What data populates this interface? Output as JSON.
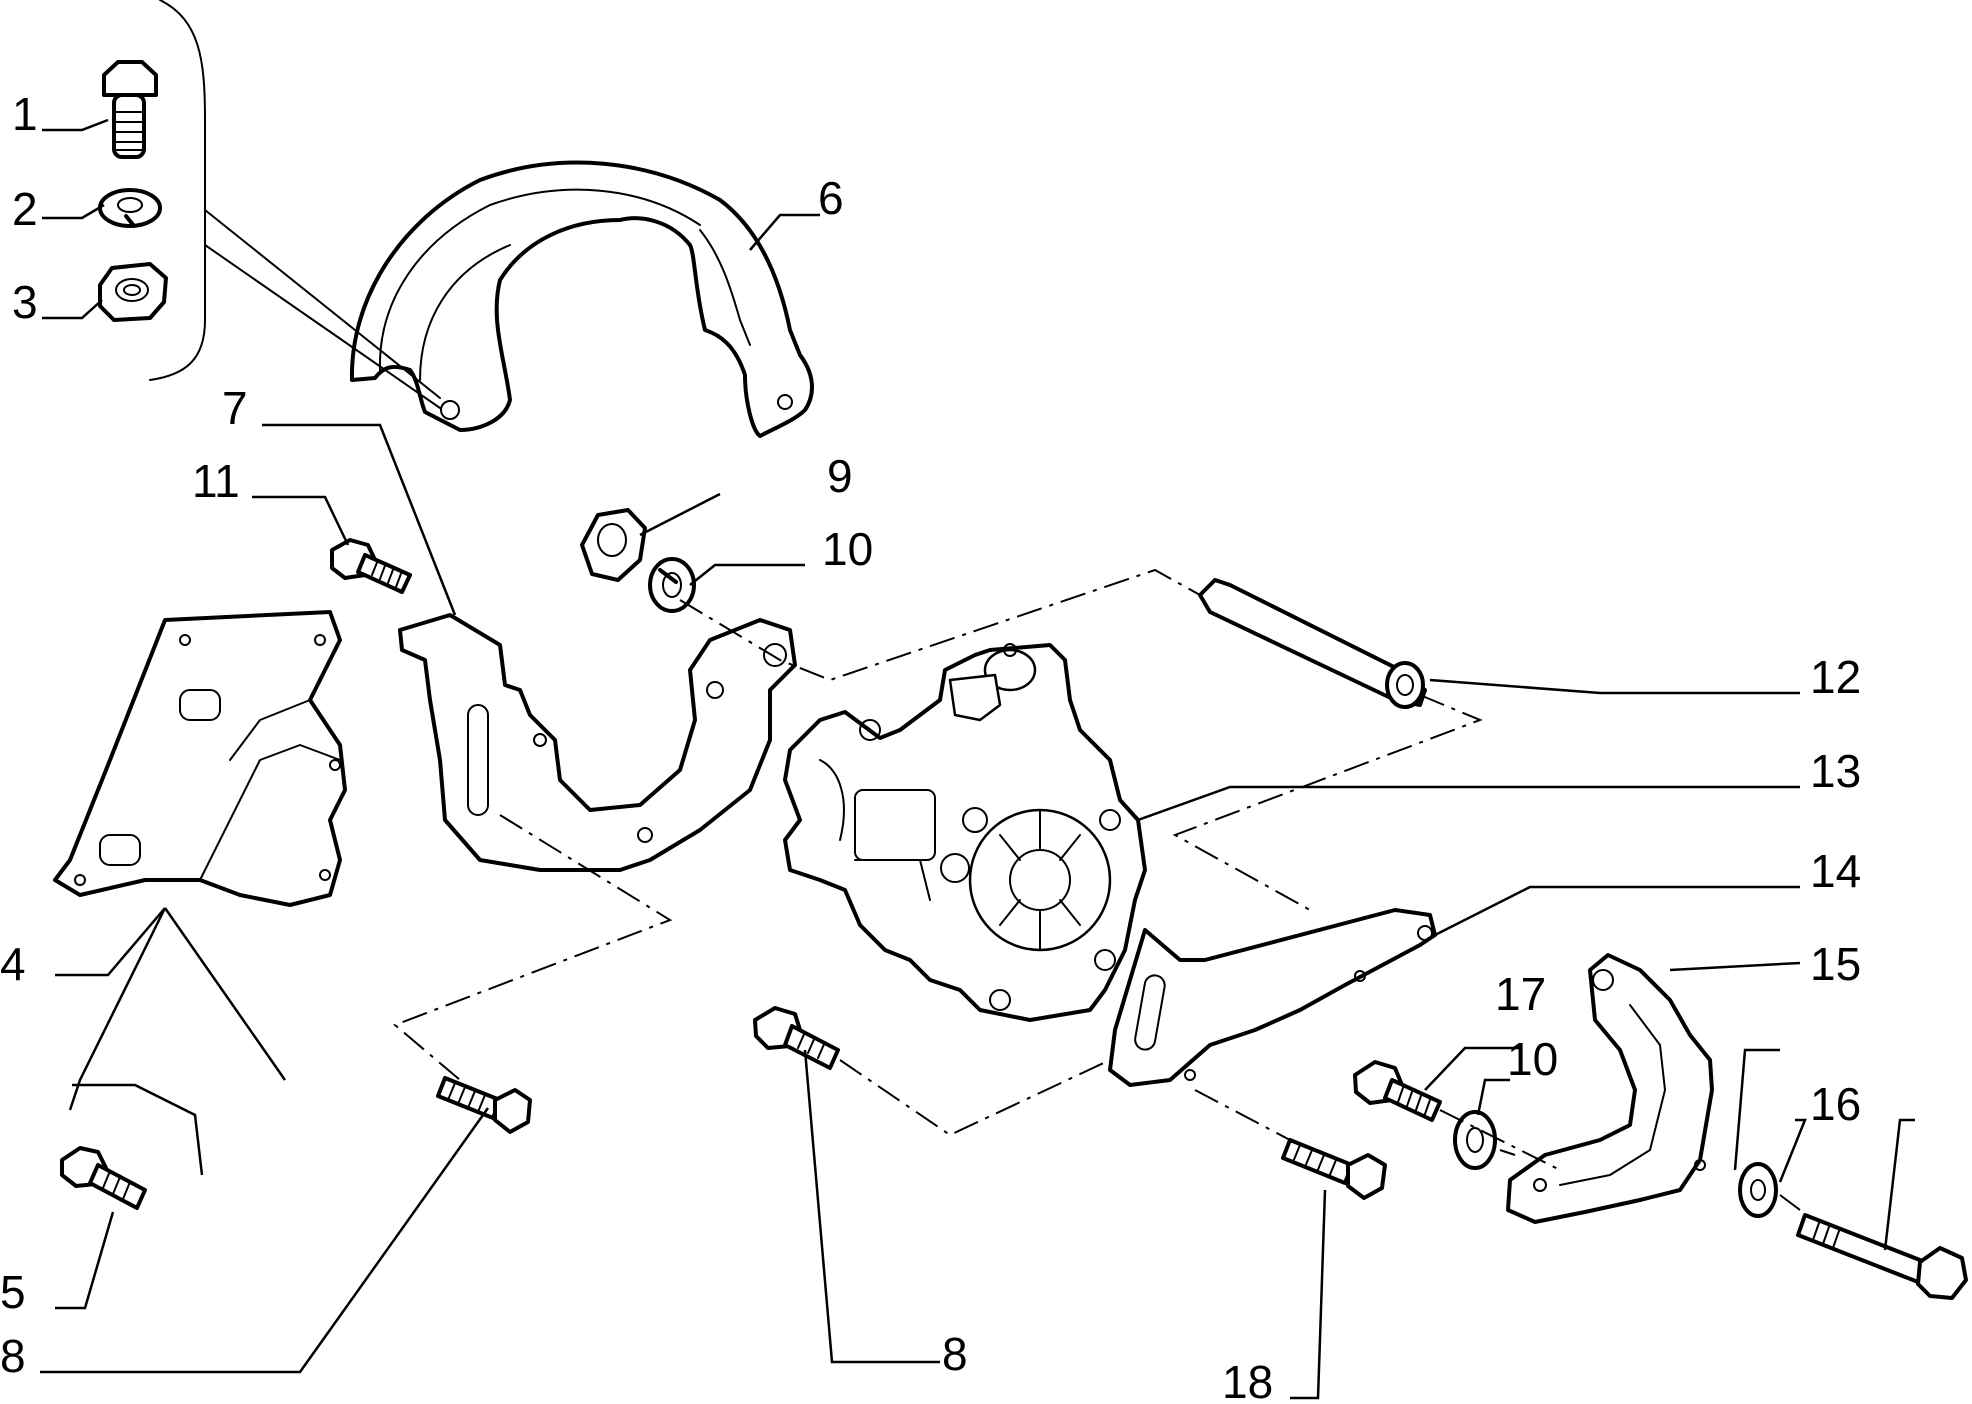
{
  "labels": {
    "l1": "1",
    "l2": "2",
    "l3": "3",
    "l4": "4",
    "l5": "5",
    "l6": "6",
    "l7": "7",
    "l8a": "8",
    "l8b": "8",
    "l9": "9",
    "l10a": "10",
    "l10b": "10",
    "l11": "11",
    "l12": "12",
    "l13": "13",
    "l14": "14",
    "l15": "15",
    "l16": "16",
    "l17": "17",
    "l18": "18"
  }
}
